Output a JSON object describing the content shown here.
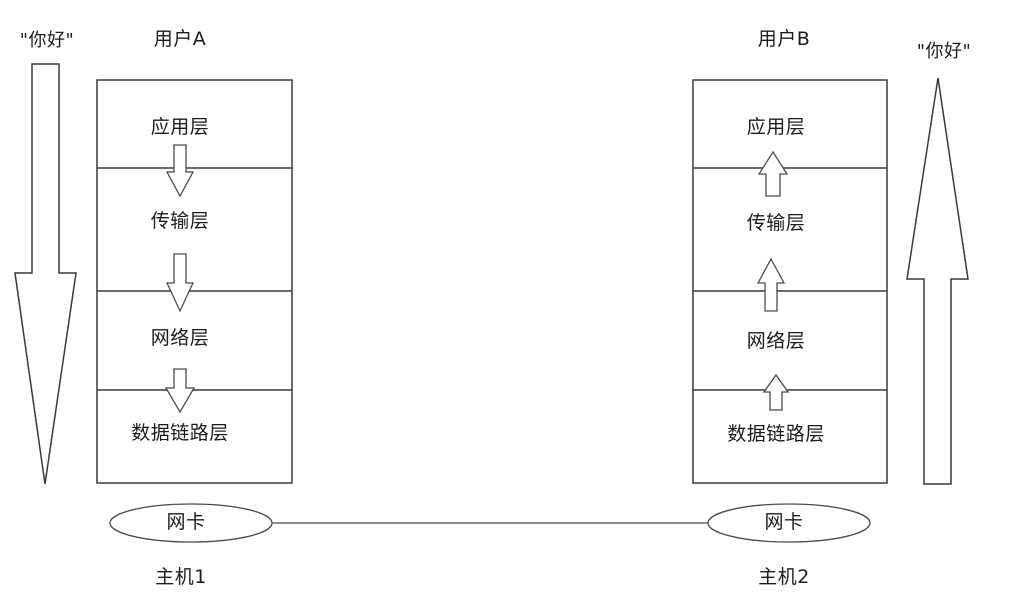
{
  "diagram": {
    "title_left": "用户A",
    "title_right": "用户B",
    "message_left": "\"你好\"",
    "message_right": "\"你好\"",
    "left_stack": {
      "layers": [
        {
          "label": "应用层"
        },
        {
          "label": "传输层"
        },
        {
          "label": "网络层"
        },
        {
          "label": "数据链路层"
        }
      ],
      "arrow_direction": "down",
      "nic_label": "网卡",
      "host_label": "主机1"
    },
    "right_stack": {
      "layers": [
        {
          "label": "应用层"
        },
        {
          "label": "传输层"
        },
        {
          "label": "网络层"
        },
        {
          "label": "数据链路层"
        }
      ],
      "arrow_direction": "up",
      "nic_label": "网卡",
      "host_label": "主机2"
    },
    "colors": {
      "background": "#ffffff",
      "stroke": "#3a3a3c",
      "text": "#1c1c1e"
    }
  }
}
